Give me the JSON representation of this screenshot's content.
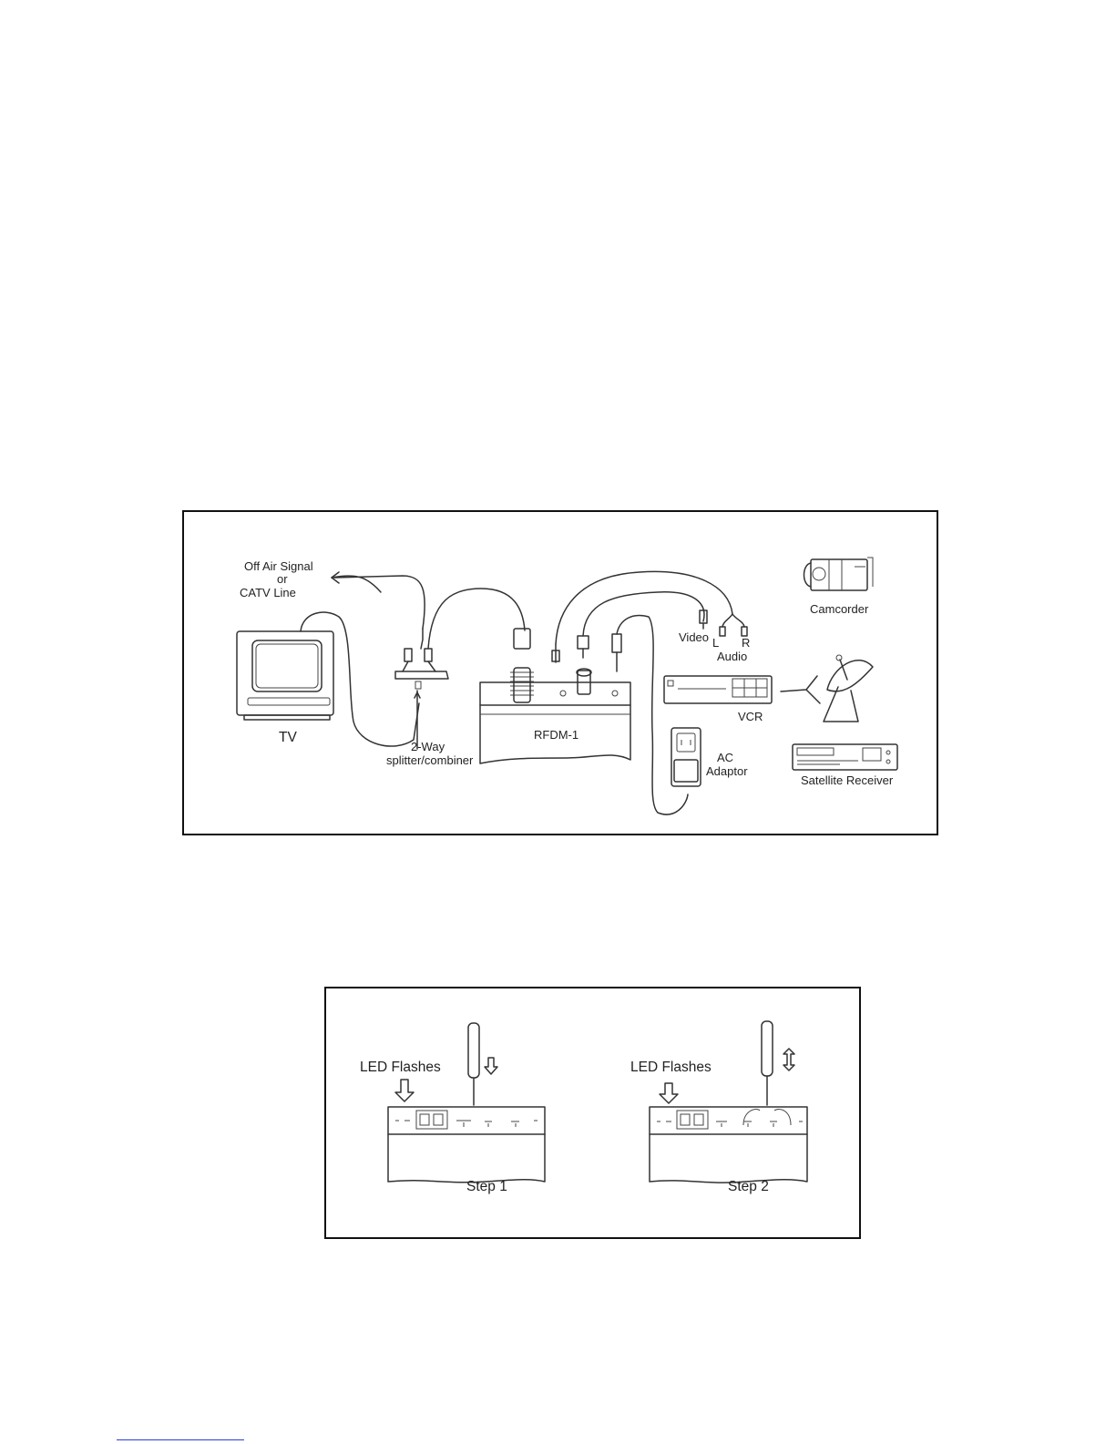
{
  "figure1": {
    "labels": {
      "off_air": "Off Air Signal",
      "or": "or",
      "catv": "CATV Line",
      "tv": "TV",
      "splitter_1": "2-Way",
      "splitter_2": "splitter/combiner",
      "rfdm": "RFDM-1",
      "video": "Video",
      "audio_l": "L",
      "audio_r": "R",
      "audio": "Audio",
      "camcorder": "Camcorder",
      "vcr": "VCR",
      "ac_1": "AC",
      "ac_2": "Adaptor",
      "satellite": "Satellite Receiver"
    }
  },
  "figure2": {
    "step1": {
      "led": "LED Flashes",
      "caption": "Step 1"
    },
    "step2": {
      "led": "LED Flashes",
      "caption": "Step 2"
    }
  }
}
